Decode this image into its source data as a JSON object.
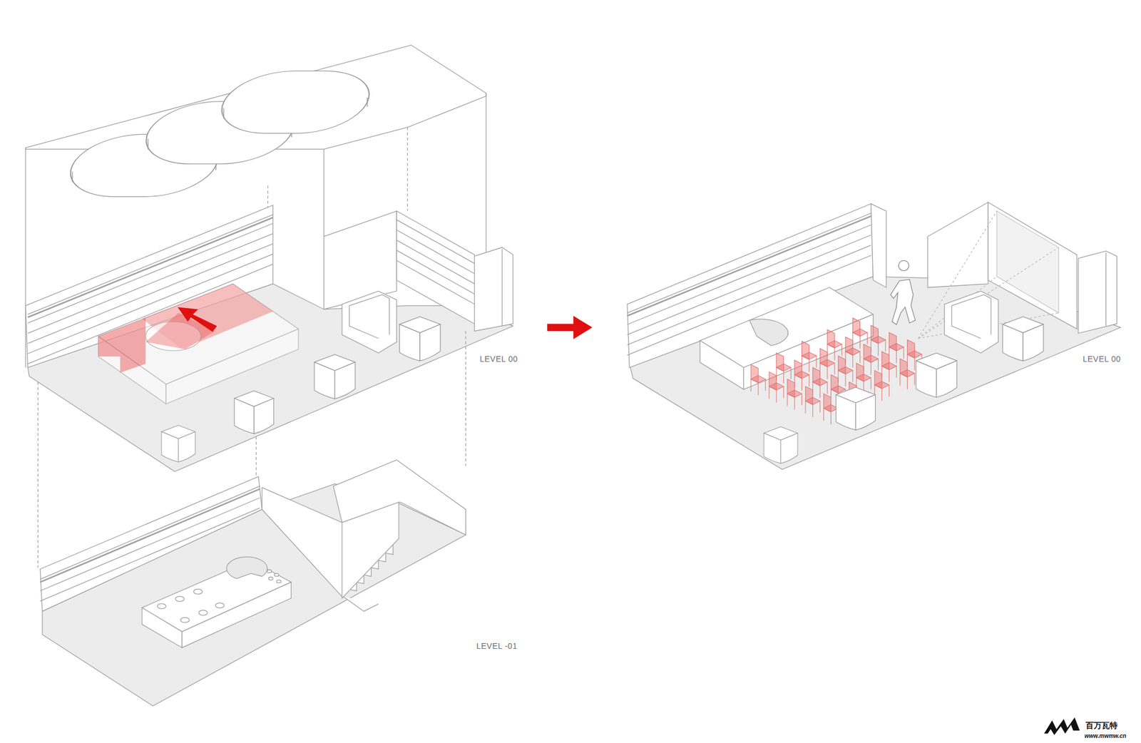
{
  "diagram": {
    "labels": [
      "LEVEL 00",
      "LEVEL -01",
      "LEVEL 00",
      "百万瓦特",
      "www.mwmw.cn"
    ]
  }
}
